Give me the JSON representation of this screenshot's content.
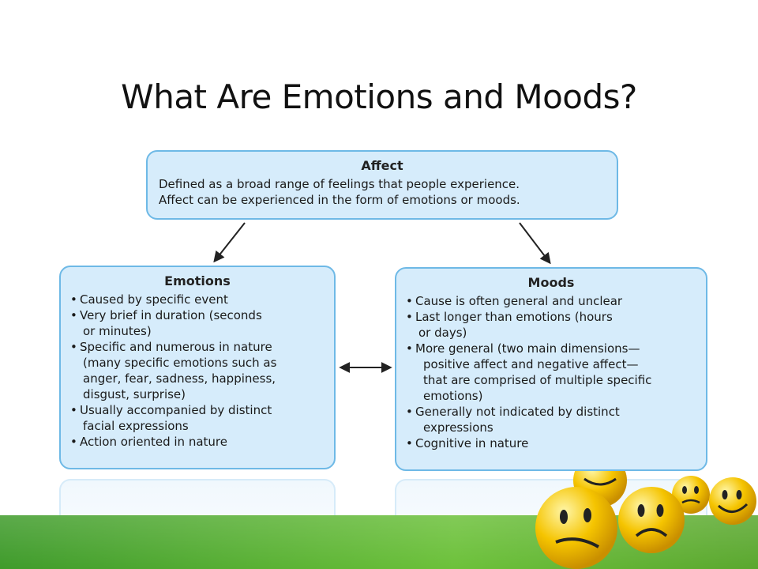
{
  "title": "What Are Emotions and Moods?",
  "affect": {
    "heading": "Affect",
    "lines": [
      "Defined as a broad range of feelings that people experience.",
      "Affect can be experienced in the form of emotions or moods."
    ]
  },
  "emotions": {
    "heading": "Emotions",
    "bullets": [
      [
        "Caused by specific event"
      ],
      [
        "Very brief in duration (seconds",
        "or minutes)"
      ],
      [
        "Specific and numerous in nature",
        "(many specific emotions such as",
        "anger, fear, sadness, happiness,",
        "disgust, surprise)"
      ],
      [
        "Usually accompanied by distinct",
        "facial expressions"
      ],
      [
        "Action oriented in nature"
      ]
    ]
  },
  "moods": {
    "heading": "Moods",
    "bullets": [
      [
        "Cause is often general and unclear"
      ],
      [
        "Last longer than emotions (hours",
        "or days)"
      ],
      [
        "More general (two main dimensions—",
        "positive affect and negative affect—",
        "that are comprised of multiple specific",
        "emotions)"
      ],
      [
        "Generally not indicated by distinct",
        "expressions"
      ],
      [
        "Cognitive in nature"
      ]
    ]
  },
  "bullet_char": "•",
  "colors": {
    "box_fill": "#d6ecfb",
    "box_border": "#6eb9e6",
    "band_green": "#5aa72e",
    "smiley_yellow": "#f5c400"
  }
}
